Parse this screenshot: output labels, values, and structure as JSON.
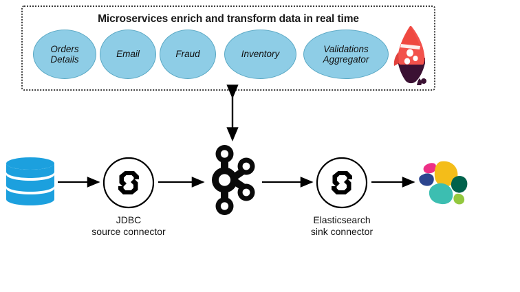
{
  "diagram": {
    "title": "Microservices enrich and transform data in real time",
    "microservices": [
      {
        "label": "Orders\nDetails",
        "line1": "Orders",
        "line2": "Details",
        "icon": "ellipse-shape"
      },
      {
        "label": "Email",
        "line1": "Email",
        "line2": "",
        "icon": "ellipse-shape"
      },
      {
        "label": "Fraud",
        "line1": "Fraud",
        "line2": "",
        "icon": "ellipse-shape"
      },
      {
        "label": "Inventory",
        "line1": "Inventory",
        "line2": "",
        "icon": "ellipse-shape"
      },
      {
        "label": "Validations\nAggregator",
        "line1": "Validations",
        "line2": "Aggregator",
        "icon": "ellipse-shape"
      }
    ],
    "rocket_icon": "rocket-icon",
    "pipeline": [
      {
        "id": "database",
        "icon": "database-cylinder-icon",
        "label": ""
      },
      {
        "id": "jdbc-source-connector",
        "icon": "kafka-connect-icon",
        "label_line1": "JDBC",
        "label_line2": "source connector"
      },
      {
        "id": "kafka-broker",
        "icon": "apache-kafka-icon",
        "label": ""
      },
      {
        "id": "elasticsearch-sink-connector",
        "icon": "kafka-connect-icon",
        "label_line1": "Elasticsearch",
        "label_line2": "sink connector"
      },
      {
        "id": "elasticsearch",
        "icon": "elasticsearch-icon",
        "label": ""
      }
    ],
    "colors": {
      "ellipse_fill": "#8ecde6",
      "ellipse_stroke": "#5aa8c4",
      "database_blue": "#1ca0de",
      "rocket_red": "#f2524c",
      "rocket_exhaust": "#3b1133",
      "arrow": "#000000",
      "box_border": "#3b3b3b",
      "es_yellow": "#f4bd19",
      "es_teal": "#3cbeb1",
      "es_blue": "#2c458f",
      "es_pink": "#ed2f86",
      "es_darkgreen": "#00624c",
      "es_lightgreen": "#93c83e"
    }
  }
}
